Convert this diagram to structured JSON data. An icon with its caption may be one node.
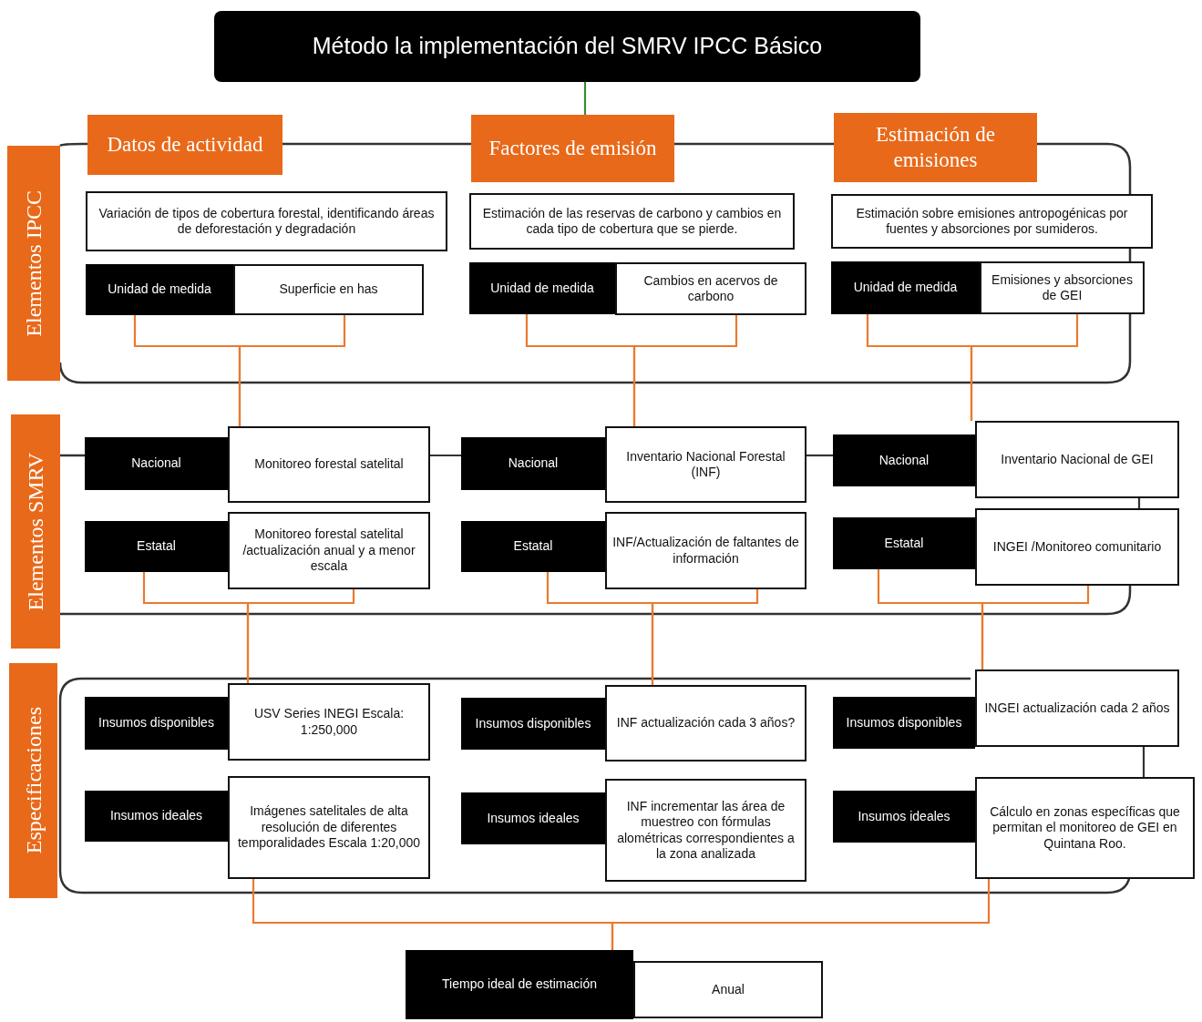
{
  "diagram": {
    "title": "Método la implementación del SMRV IPCC Básico",
    "nodes": [
      {
        "text": [
          "Elementos IPCC"
        ]
      },
      {
        "text": [
          "Elementos SMRV"
        ]
      },
      {
        "text": [
          "Especificaciones"
        ]
      },
      {
        "text": [
          "Datos de actividad"
        ]
      },
      {
        "text": [
          "Factores de emisión"
        ]
      },
      {
        "text": [
          "Estimación de emisiones"
        ]
      },
      {
        "text": [
          "Variación de tipos de cobertura forestal, identificando áreas de deforestación y degradación"
        ]
      },
      {
        "text": [
          "Estimación de las reservas de carbono y cambios en cada tipo de cobertura que se pierde."
        ]
      },
      {
        "text": [
          "Estimación sobre emisiones antropogénicas por fuentes y absorciones por sumideros."
        ]
      },
      {
        "text": [
          "Unidad de medida"
        ]
      },
      {
        "text": [
          "Superficie en has"
        ]
      },
      {
        "text": [
          "Unidad de medida"
        ]
      },
      {
        "text": [
          "Cambios en acervos de carbono"
        ]
      },
      {
        "text": [
          "Unidad de medida"
        ]
      },
      {
        "text": [
          "Emisiones y absorciones de GEI"
        ]
      },
      {
        "text": [
          "Nacional"
        ]
      },
      {
        "text": [
          "Monitoreo forestal satelital"
        ]
      },
      {
        "text": [
          "Estatal"
        ]
      },
      {
        "text": [
          "Monitoreo forestal satelital /actualización anual y a menor escala"
        ]
      },
      {
        "text": [
          "Nacional"
        ]
      },
      {
        "text": [
          "Inventario Nacional Forestal (INF)"
        ]
      },
      {
        "text": [
          "Estatal"
        ]
      },
      {
        "text": [
          "INF/Actualización de faltantes de información"
        ]
      },
      {
        "text": [
          "Nacional"
        ]
      },
      {
        "text": [
          "Inventario Nacional de GEI"
        ]
      },
      {
        "text": [
          "Estatal"
        ]
      },
      {
        "text": [
          "INGEI /Monitoreo comunitario"
        ]
      },
      {
        "text": [
          "Insumos disponibles"
        ]
      },
      {
        "text": [
          "USV Series INEGI Escala: 1:250,000"
        ]
      },
      {
        "text": [
          "Insumos ideales"
        ]
      },
      {
        "text": [
          "Imágenes satelitales de alta resolución de diferentes temporalidades Escala 1:20,000"
        ]
      },
      {
        "text": [
          "Insumos disponibles"
        ]
      },
      {
        "text": [
          "INF actualización cada 3 años?"
        ]
      },
      {
        "text": [
          "Insumos ideales"
        ]
      },
      {
        "text": [
          "INF incrementar las área de muestreo con fórmulas alométricas correspondientes a la zona analizada"
        ]
      },
      {
        "text": [
          "Insumos disponibles"
        ]
      },
      {
        "text": [
          "INGEI actualización cada 2 años"
        ]
      },
      {
        "text": [
          "Insumos ideales"
        ]
      },
      {
        "text": [
          "Cálculo en zonas específicas que permitan el monitoreo de GEI en Quintana Roo."
        ]
      },
      {
        "text": [
          "Tiempo ideal de estimación"
        ]
      },
      {
        "text": [
          "Anual"
        ]
      }
    ],
    "edges": [
      {
        "from": null,
        "to": 4,
        "arrow": "none",
        "color": "#3a8a3a"
      },
      {
        "from": 3,
        "to": 4,
        "arrow": "none",
        "color": "#333333"
      },
      {
        "from": 4,
        "to": 5,
        "arrow": "none",
        "color": "#333333"
      },
      {
        "from": 9,
        "to": 16,
        "arrow": "none"
      },
      {
        "from": 10,
        "to": 16,
        "arrow": "none"
      },
      {
        "from": 11,
        "to": 20,
        "arrow": "none"
      },
      {
        "from": 12,
        "to": 20,
        "arrow": "none"
      },
      {
        "from": 13,
        "to": 24,
        "arrow": "none"
      },
      {
        "from": 14,
        "to": 24,
        "arrow": "none"
      },
      {
        "from": 16,
        "to": 19,
        "arrow": "none",
        "color": "#333333"
      },
      {
        "from": 20,
        "to": 23,
        "arrow": "none",
        "color": "#333333"
      },
      {
        "from": 24,
        "to": 26,
        "arrow": "none",
        "color": "#333333"
      },
      {
        "from": 17,
        "to": 28,
        "arrow": "none"
      },
      {
        "from": 18,
        "to": 28,
        "arrow": "none"
      },
      {
        "from": 21,
        "to": 32,
        "arrow": "none"
      },
      {
        "from": 22,
        "to": 32,
        "arrow": "none"
      },
      {
        "from": 25,
        "to": 36,
        "arrow": "none"
      },
      {
        "from": 26,
        "to": 36,
        "arrow": "none"
      },
      {
        "from": 36,
        "to": 38,
        "arrow": "none",
        "color": "#333333"
      },
      {
        "from": 30,
        "to": 39,
        "arrow": "none"
      },
      {
        "from": 38,
        "to": 39,
        "arrow": "none"
      }
    ]
  }
}
